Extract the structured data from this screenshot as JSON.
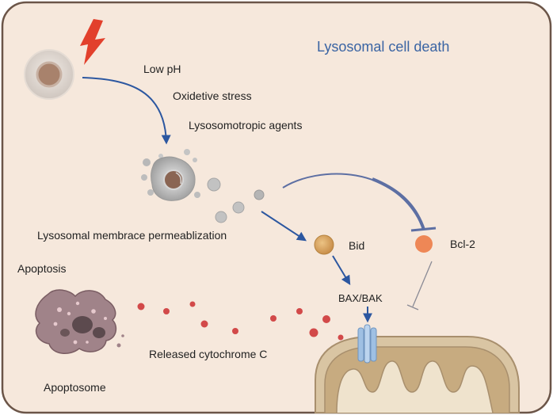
{
  "title": "Lysosomal cell death",
  "labels": {
    "stress1": "Low pH",
    "stress2": "Oxidetive stress",
    "stress3": "Lysosomotropic agents",
    "lmp": "Lysosomal membrace permeablization",
    "bid": "Bid",
    "bcl2": "Bcl-2",
    "baxbak": "BAX/BAK",
    "apoptosis": "Apoptosis",
    "cytochrome": "Released cytochrome C",
    "apoptosome": "Apoptosome"
  },
  "colors": {
    "background": "#f6e8dc",
    "border": "#6b5548",
    "title": "#3a64a3",
    "arrow": "#2c57a0",
    "inhibit": "#5d6fa3",
    "bid": "#d6a262",
    "bcl2": "#ee8756",
    "cytochrome": "#d24949",
    "mitochondrion": "#d9c5a3",
    "lightning": "#e2402c"
  },
  "icons": {
    "stress": "lightning-bolt-icon",
    "cell": "cell-icon",
    "lysosome": "damaged-lysosome-icon",
    "apoptotic_cell": "apoptotic-cell-icon",
    "mitochondrion": "mitochondrion-icon",
    "pore": "bax-bak-pore-icon"
  }
}
